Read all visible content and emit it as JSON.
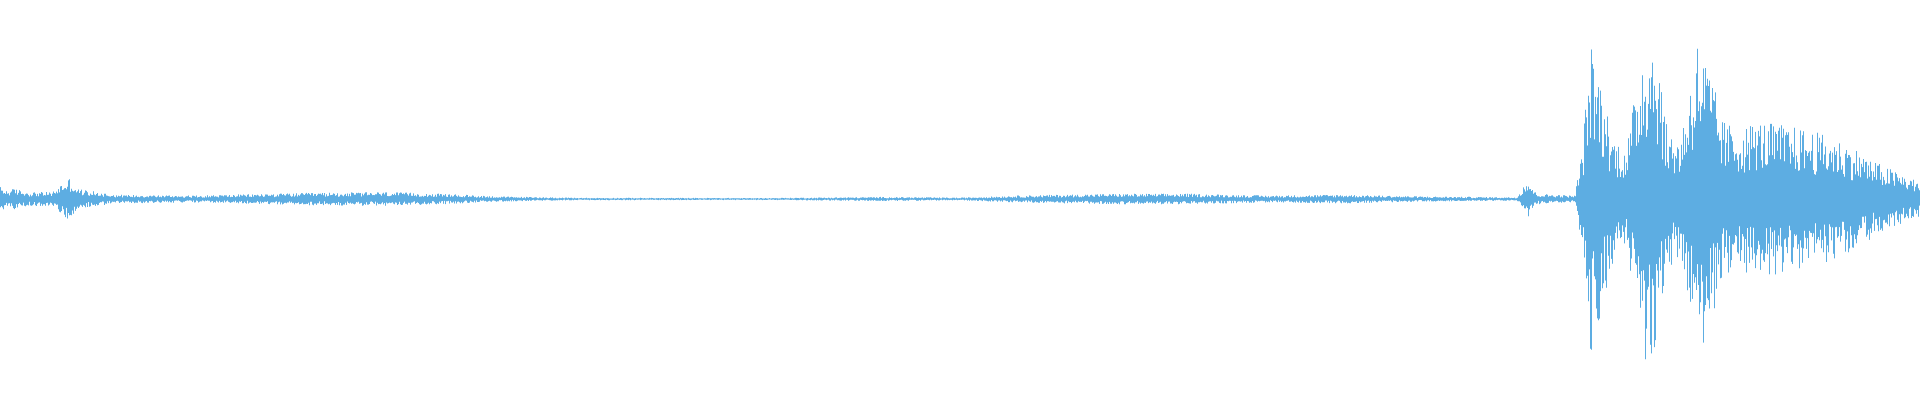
{
  "waveform": {
    "color": "#5dade2",
    "background": "#ffffff",
    "amplitude_profile": [
      [
        0.0,
        0.07
      ],
      [
        0.003,
        0.05
      ],
      [
        0.008,
        0.06
      ],
      [
        0.014,
        0.04
      ],
      [
        0.02,
        0.04
      ],
      [
        0.027,
        0.04
      ],
      [
        0.032,
        0.09
      ],
      [
        0.036,
        0.12
      ],
      [
        0.04,
        0.06
      ],
      [
        0.045,
        0.05
      ],
      [
        0.06,
        0.025
      ],
      [
        0.1,
        0.02
      ],
      [
        0.16,
        0.035
      ],
      [
        0.2,
        0.04
      ],
      [
        0.23,
        0.03
      ],
      [
        0.26,
        0.015
      ],
      [
        0.3,
        0.007
      ],
      [
        0.4,
        0.006
      ],
      [
        0.46,
        0.012
      ],
      [
        0.5,
        0.008
      ],
      [
        0.53,
        0.02
      ],
      [
        0.58,
        0.03
      ],
      [
        0.62,
        0.03
      ],
      [
        0.66,
        0.02
      ],
      [
        0.7,
        0.025
      ],
      [
        0.74,
        0.015
      ],
      [
        0.79,
        0.01
      ],
      [
        0.795,
        0.12
      ],
      [
        0.8,
        0.03
      ],
      [
        0.82,
        0.02
      ],
      [
        0.824,
        0.3
      ],
      [
        0.828,
        0.9
      ],
      [
        0.833,
        0.7
      ],
      [
        0.84,
        0.35
      ],
      [
        0.847,
        0.3
      ],
      [
        0.856,
        0.92
      ],
      [
        0.862,
        0.95
      ],
      [
        0.868,
        0.4
      ],
      [
        0.875,
        0.35
      ],
      [
        0.884,
        0.92
      ],
      [
        0.89,
        0.75
      ],
      [
        0.897,
        0.45
      ],
      [
        0.905,
        0.4
      ],
      [
        0.915,
        0.45
      ],
      [
        0.93,
        0.42
      ],
      [
        0.94,
        0.4
      ],
      [
        0.955,
        0.35
      ],
      [
        0.965,
        0.3
      ],
      [
        0.975,
        0.22
      ],
      [
        0.985,
        0.17
      ],
      [
        0.995,
        0.12
      ],
      [
        1.0,
        0.1
      ]
    ]
  }
}
